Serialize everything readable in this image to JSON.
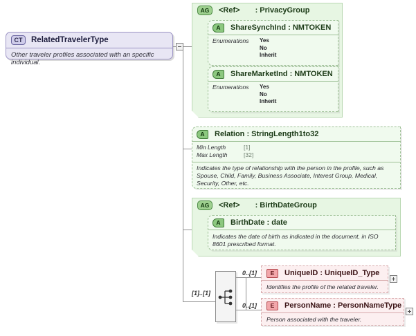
{
  "diagram": {
    "type": "xml-schema-diagram",
    "root": {
      "badge": "CT",
      "name": "RelatedTravelerType",
      "documentation": "Other traveler profiles associated with an specific individual."
    },
    "attribute_groups": [
      {
        "badge": "AG",
        "ref_label": "<Ref>",
        "name": ": PrivacyGroup",
        "attributes": [
          {
            "badge": "A",
            "title": "ShareSynchInd : NMTOKEN",
            "facet_label": "Enumerations",
            "enumerations": [
              "Yes",
              "No",
              "Inherit"
            ]
          },
          {
            "badge": "A",
            "title": "ShareMarketInd : NMTOKEN",
            "facet_label": "Enumerations",
            "enumerations": [
              "Yes",
              "No",
              "Inherit"
            ]
          }
        ]
      },
      {
        "badge": "AG",
        "ref_label": "<Ref>",
        "name": ": BirthDateGroup",
        "attributes": [
          {
            "badge": "A",
            "title": "BirthDate : date",
            "documentation": "Indicates the date of birth as indicated in the document, in ISO 8601 prescribed format."
          }
        ]
      }
    ],
    "attributes": [
      {
        "badge": "A",
        "title": "Relation : StringLength1to32",
        "facets": [
          {
            "label": "Min Length",
            "value": "[1]"
          },
          {
            "label": "Max Length",
            "value": "[32]"
          }
        ],
        "documentation": "Indicates the type of relationship with the person in the profile, such as Spouse, Child, Family, Business Associate, Interest Group, Medical, Security, Other, etc."
      }
    ],
    "sequence": {
      "cardinality": "[1]..[1]",
      "elements": [
        {
          "badge": "E",
          "cardinality": "0..[1]",
          "title": "UniqueID : UniqueID_Type",
          "documentation": "Identifies the profile of the related traveler.",
          "expander": "+"
        },
        {
          "badge": "E",
          "cardinality": "0..[1]",
          "title": "PersonName : PersonNameType",
          "documentation": "Person associated with the traveler.",
          "expander": "+"
        }
      ]
    },
    "root_toggle": "-",
    "colors": {
      "complex_type_fill": "#e8e6f4",
      "complex_type_border": "#9b93c4",
      "attribute_group_fill": "#e7f6e3",
      "attribute_fill": "#f0faee",
      "element_fill": "#fceff0",
      "element_border": "#d7a9ab",
      "connector": "#909090"
    }
  }
}
